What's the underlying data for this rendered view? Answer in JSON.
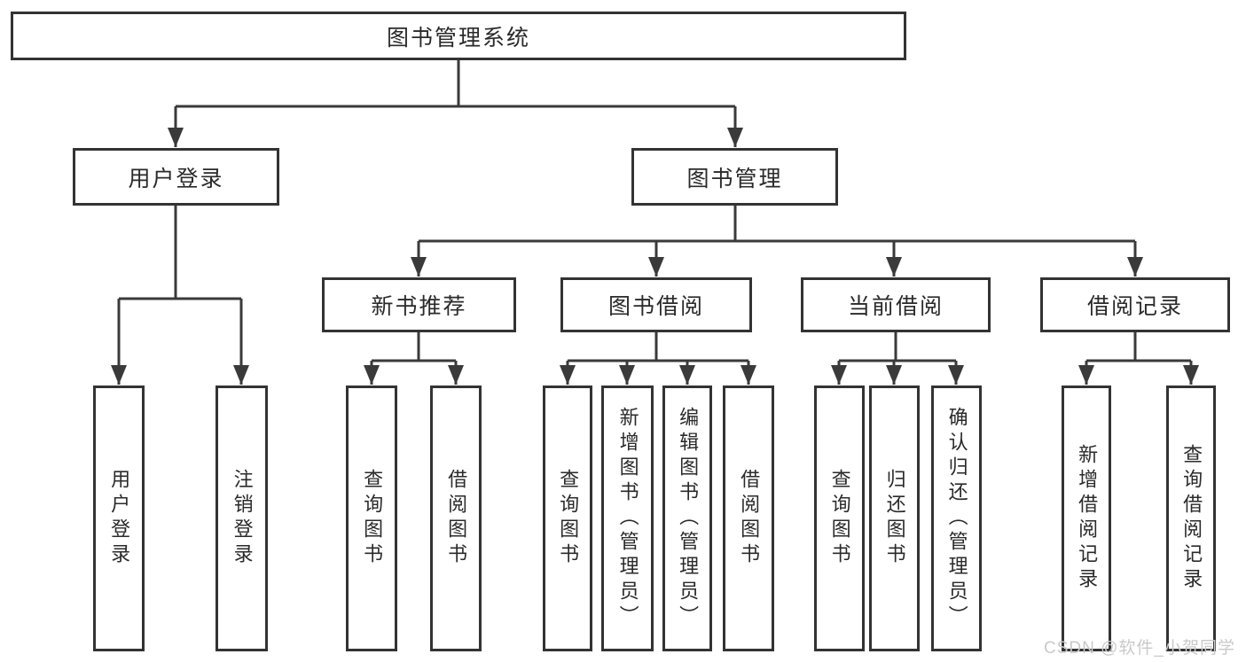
{
  "diagram": {
    "root": {
      "label": "图书管理系统",
      "children": [
        {
          "label": "用户登录",
          "children": [
            {
              "label": "用户登录"
            },
            {
              "label": "注销登录"
            }
          ]
        },
        {
          "label": "图书管理",
          "children": [
            {
              "label": "新书推荐",
              "children": [
                {
                  "label": "查询图书"
                },
                {
                  "label": "借阅图书"
                }
              ]
            },
            {
              "label": "图书借阅",
              "children": [
                {
                  "label": "查询图书"
                },
                {
                  "label": "新增图书（管理员）"
                },
                {
                  "label": "编辑图书（管理员）"
                },
                {
                  "label": "借阅图书"
                }
              ]
            },
            {
              "label": "当前借阅",
              "children": [
                {
                  "label": "查询图书"
                },
                {
                  "label": "归还图书"
                },
                {
                  "label": "确认归还（管理员）"
                }
              ]
            },
            {
              "label": "借阅记录",
              "children": [
                {
                  "label": "新增借阅记录"
                },
                {
                  "label": "查询借阅记录"
                }
              ]
            }
          ]
        }
      ]
    },
    "watermark": "CSDN @软件_小贺同学",
    "colors": {
      "line": "#3a3a3a",
      "border": "#333333",
      "text": "#2a2a2a",
      "watermark": "#c9c9c9",
      "background": "#ffffff"
    }
  }
}
